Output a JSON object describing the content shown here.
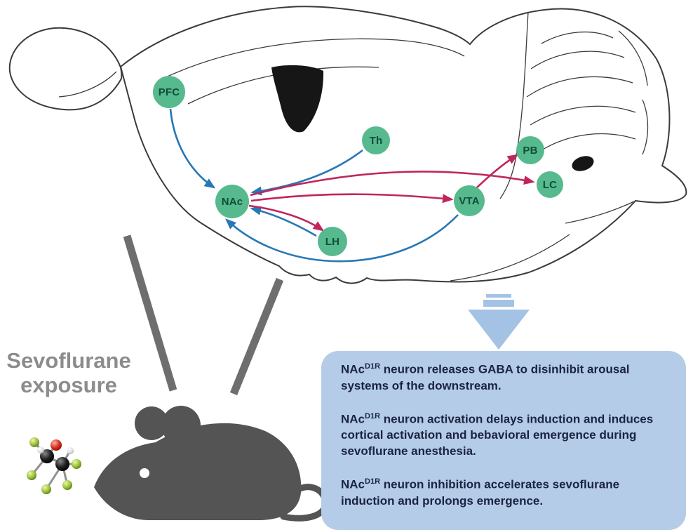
{
  "nodes": {
    "pfc": {
      "label": "PFC"
    },
    "th": {
      "label": "Th"
    },
    "nac": {
      "label": "NAc"
    },
    "lh": {
      "label": "LH"
    },
    "vta": {
      "label": "VTA"
    },
    "pb": {
      "label": "PB"
    },
    "lc": {
      "label": "LC"
    }
  },
  "exposure_label": {
    "line1": "Sevoflurane",
    "line2": "exposure"
  },
  "summary_box": {
    "paragraphs": [
      {
        "prefix": "NAc",
        "sup": "D1R",
        "text": " neuron  releases GABA to disinhibit arousal systems of the downstream."
      },
      {
        "prefix": "NAc",
        "sup": "D1R",
        "text": " neuron activation delays induction and induces cortical activation and bebavioral emergence during  sevoflurane anesthesia."
      },
      {
        "prefix": "NAc",
        "sup": "D1R",
        "text": " neuron inhibition accelerates sevoflurane induction and prolongs emergence."
      }
    ]
  },
  "icons": {
    "down_arrow": "down-arrow",
    "molecule": "sevoflurane-molecule",
    "mouse": "mouse-silhouette"
  },
  "colors": {
    "node_fill": "#57b98e",
    "node_text": "#0e4f38",
    "input_arrow_blue": "#2878b5",
    "output_arrow_pink": "#c0265e",
    "summary_box_bg": "#b5cce8",
    "down_arrow_blue": "#a4c2e4",
    "mouse_gray": "#545454",
    "exposure_line_gray": "#6e6e6e",
    "exposure_text_gray": "#8c8c8c",
    "brain_outline": "#3b3b3b"
  }
}
